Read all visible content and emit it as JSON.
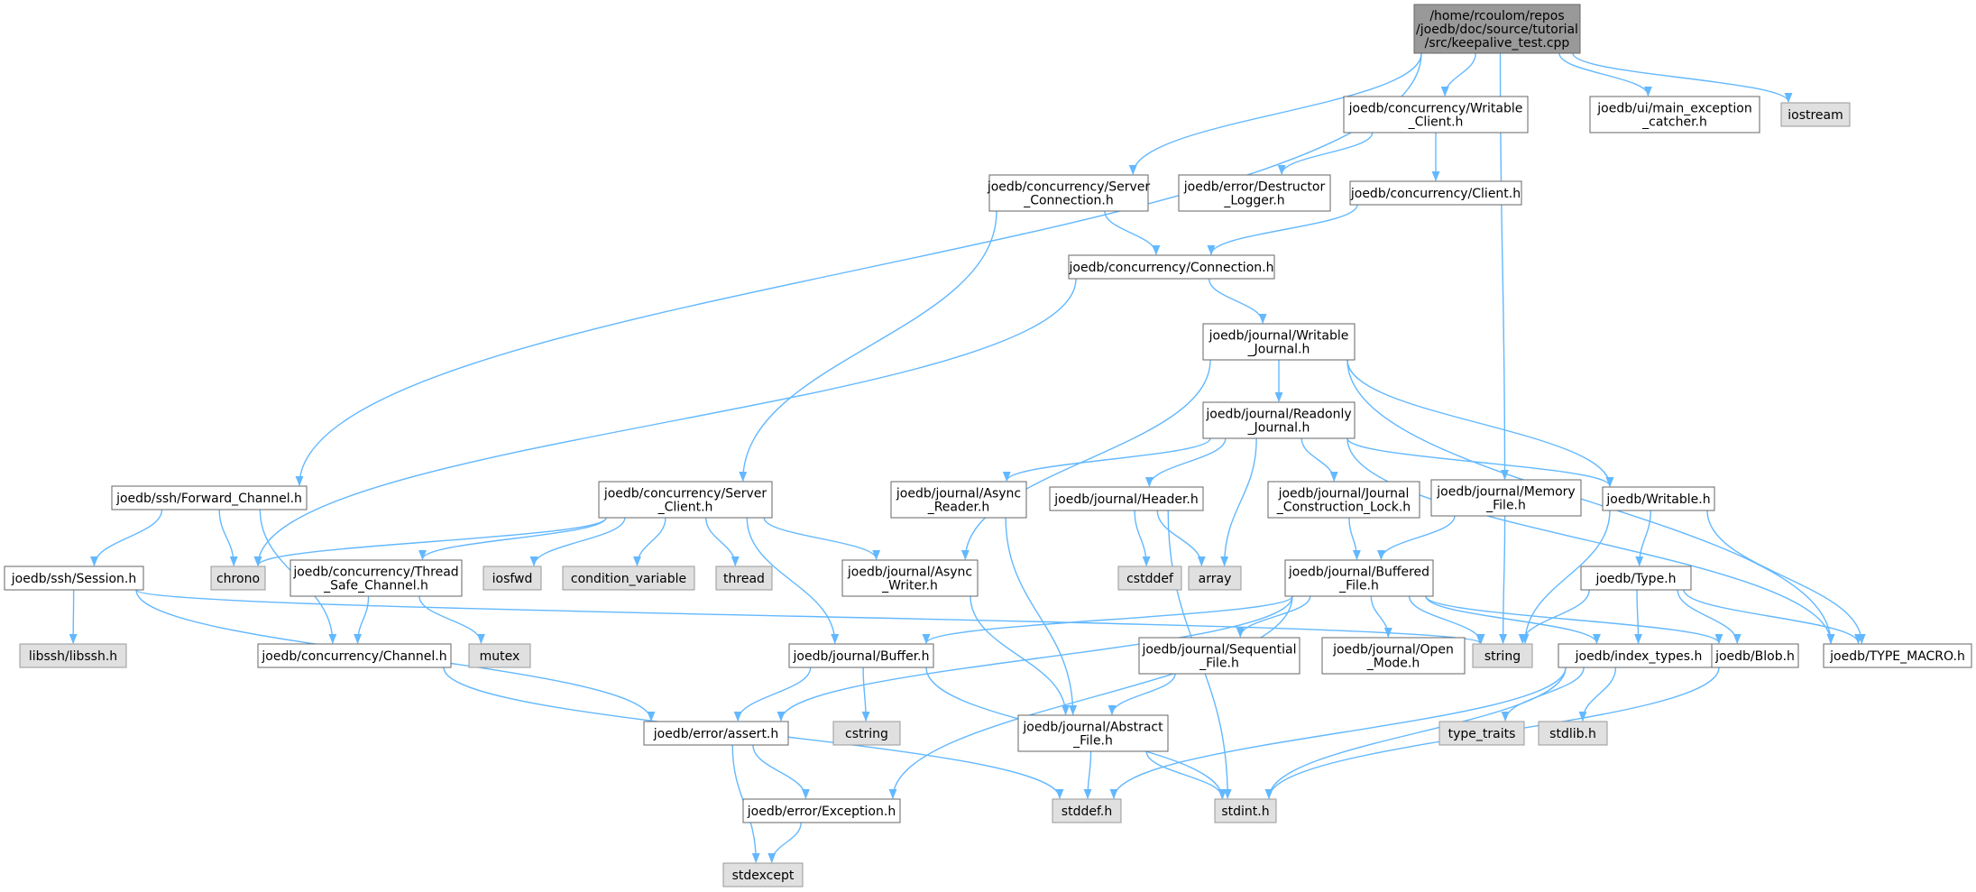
{
  "colors": {
    "edge": "#63b8ff",
    "root_fill": "#999999",
    "system_fill": "#e0e0e0",
    "local_fill": "#ffffff",
    "border": "#666666"
  },
  "nodes": {
    "root": [
      "/home/rcoulom/repos",
      "/joedb/doc/source/tutorial",
      "/src/keepalive_test.cpp"
    ],
    "forward_channel": [
      "joedb/ssh/Forward_Channel.h"
    ],
    "server_connection": [
      "joedb/concurrency/Server",
      "_Connection.h"
    ],
    "writable_client": [
      "joedb/concurrency/Writable",
      "_Client.h"
    ],
    "memory_file": [
      "joedb/journal/Memory",
      "_File.h"
    ],
    "main_exception_catcher": [
      "joedb/ui/main_exception",
      "_catcher.h"
    ],
    "iostream": [
      "iostream"
    ],
    "destructor_logger": [
      "joedb/error/Destructor",
      "_Logger.h"
    ],
    "client": [
      "joedb/concurrency/Client.h"
    ],
    "connection": [
      "joedb/concurrency/Connection.h"
    ],
    "writable_journal": [
      "joedb/journal/Writable",
      "_Journal.h"
    ],
    "readonly_journal": [
      "joedb/journal/Readonly",
      "_Journal.h"
    ],
    "server_client": [
      "joedb/concurrency/Server",
      "_Client.h"
    ],
    "async_reader": [
      "joedb/journal/Async",
      "_Reader.h"
    ],
    "header": [
      "joedb/journal/Header.h"
    ],
    "journal_construction_lock": [
      "joedb/journal/Journal",
      "_Construction_Lock.h"
    ],
    "writable": [
      "joedb/Writable.h"
    ],
    "session": [
      "joedb/ssh/Session.h"
    ],
    "chrono": [
      "chrono"
    ],
    "thread_safe_channel": [
      "joedb/concurrency/Thread",
      "_Safe_Channel.h"
    ],
    "iosfwd": [
      "iosfwd"
    ],
    "condition_variable": [
      "condition_variable"
    ],
    "thread": [
      "thread"
    ],
    "async_writer": [
      "joedb/journal/Async",
      "_Writer.h"
    ],
    "cstddef": [
      "cstddef"
    ],
    "array": [
      "array"
    ],
    "buffered_file": [
      "joedb/journal/Buffered",
      "_File.h"
    ],
    "type": [
      "joedb/Type.h"
    ],
    "libssh": [
      "libssh/libssh.h"
    ],
    "channel": [
      "joedb/concurrency/Channel.h"
    ],
    "mutex": [
      "mutex"
    ],
    "buffer": [
      "joedb/journal/Buffer.h"
    ],
    "sequential_file": [
      "joedb/journal/Sequential",
      "_File.h"
    ],
    "open_mode": [
      "joedb/journal/Open",
      "_Mode.h"
    ],
    "string": [
      "string"
    ],
    "index_types": [
      "joedb/index_types.h"
    ],
    "blob": [
      "joedb/Blob.h"
    ],
    "type_macro": [
      "joedb/TYPE_MACRO.h"
    ],
    "assert": [
      "joedb/error/assert.h"
    ],
    "cstring": [
      "cstring"
    ],
    "abstract_file": [
      "joedb/journal/Abstract",
      "_File.h"
    ],
    "type_traits": [
      "type_traits"
    ],
    "stdlib": [
      "stdlib.h"
    ],
    "exception": [
      "joedb/error/Exception.h"
    ],
    "stddef": [
      "stddef.h"
    ],
    "stdint": [
      "stdint.h"
    ],
    "stdexcept": [
      "stdexcept"
    ]
  }
}
